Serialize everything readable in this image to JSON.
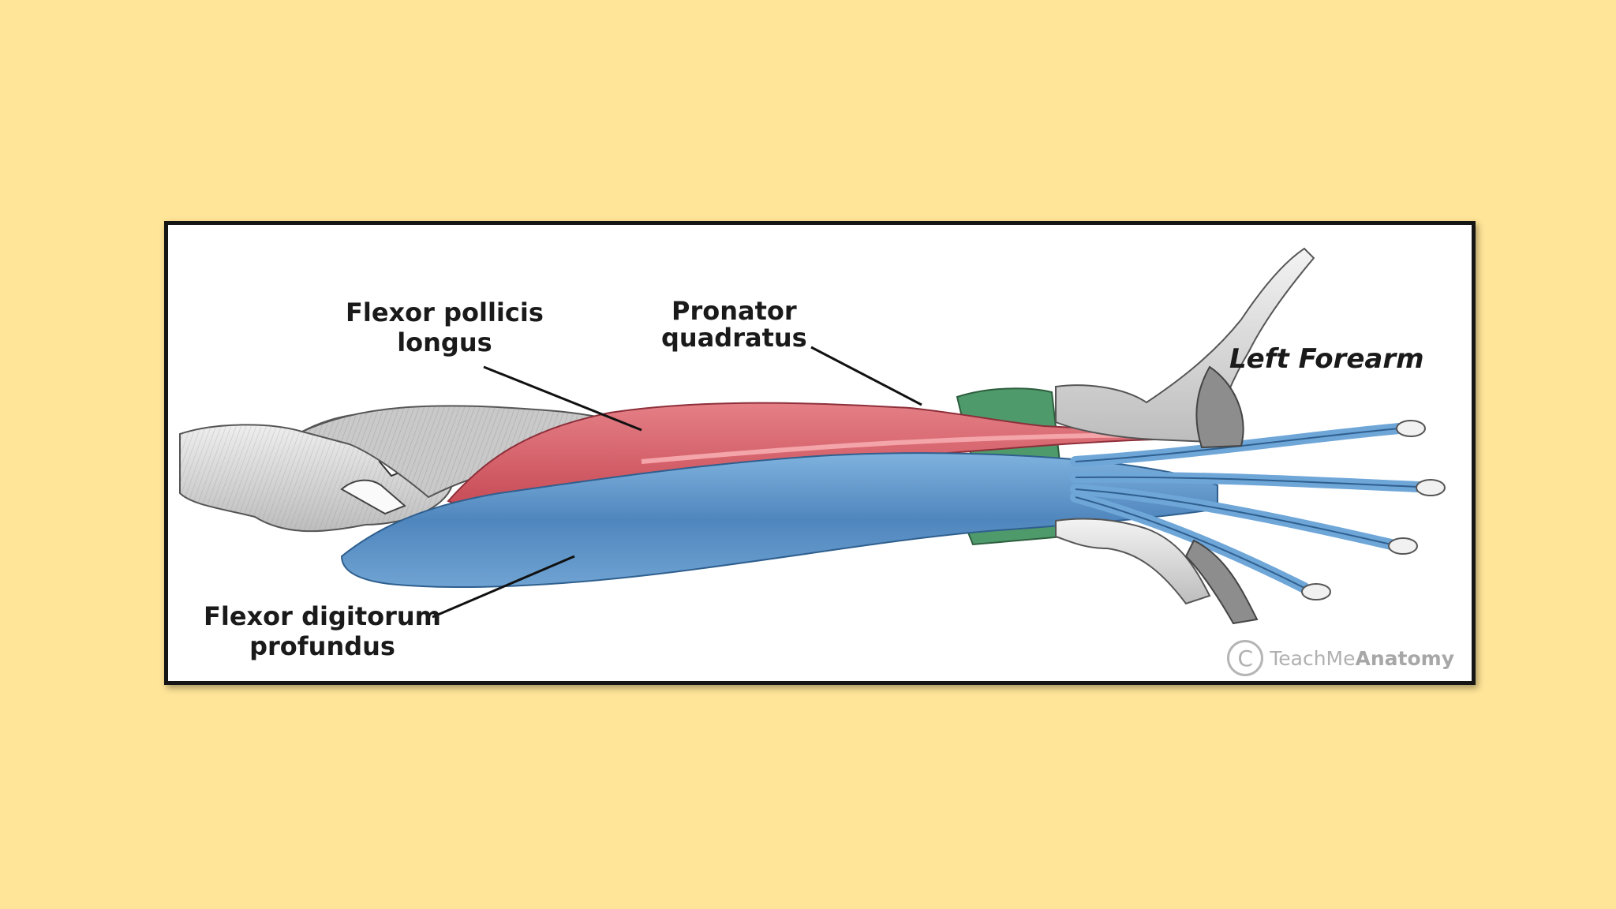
{
  "diagram": {
    "title": "Left Forearm",
    "labels": {
      "fpl_line1": "Flexor pollicis",
      "fpl_line2": "longus",
      "pq_line1": "Pronator",
      "pq_line2": "quadratus",
      "fdp_line1": "Flexor digitorum",
      "fdp_line2": "profundus"
    },
    "watermark": {
      "symbol": "C",
      "part1": "TeachMe",
      "part2": "Anatomy"
    },
    "colors": {
      "background": "#ffe598",
      "flexor_pollicis_longus": "#d9606a",
      "pronator_quadratus": "#4f9a6a",
      "flexor_digitorum_profundus": "#5b93c7",
      "bone": "#dcdcdc"
    }
  }
}
